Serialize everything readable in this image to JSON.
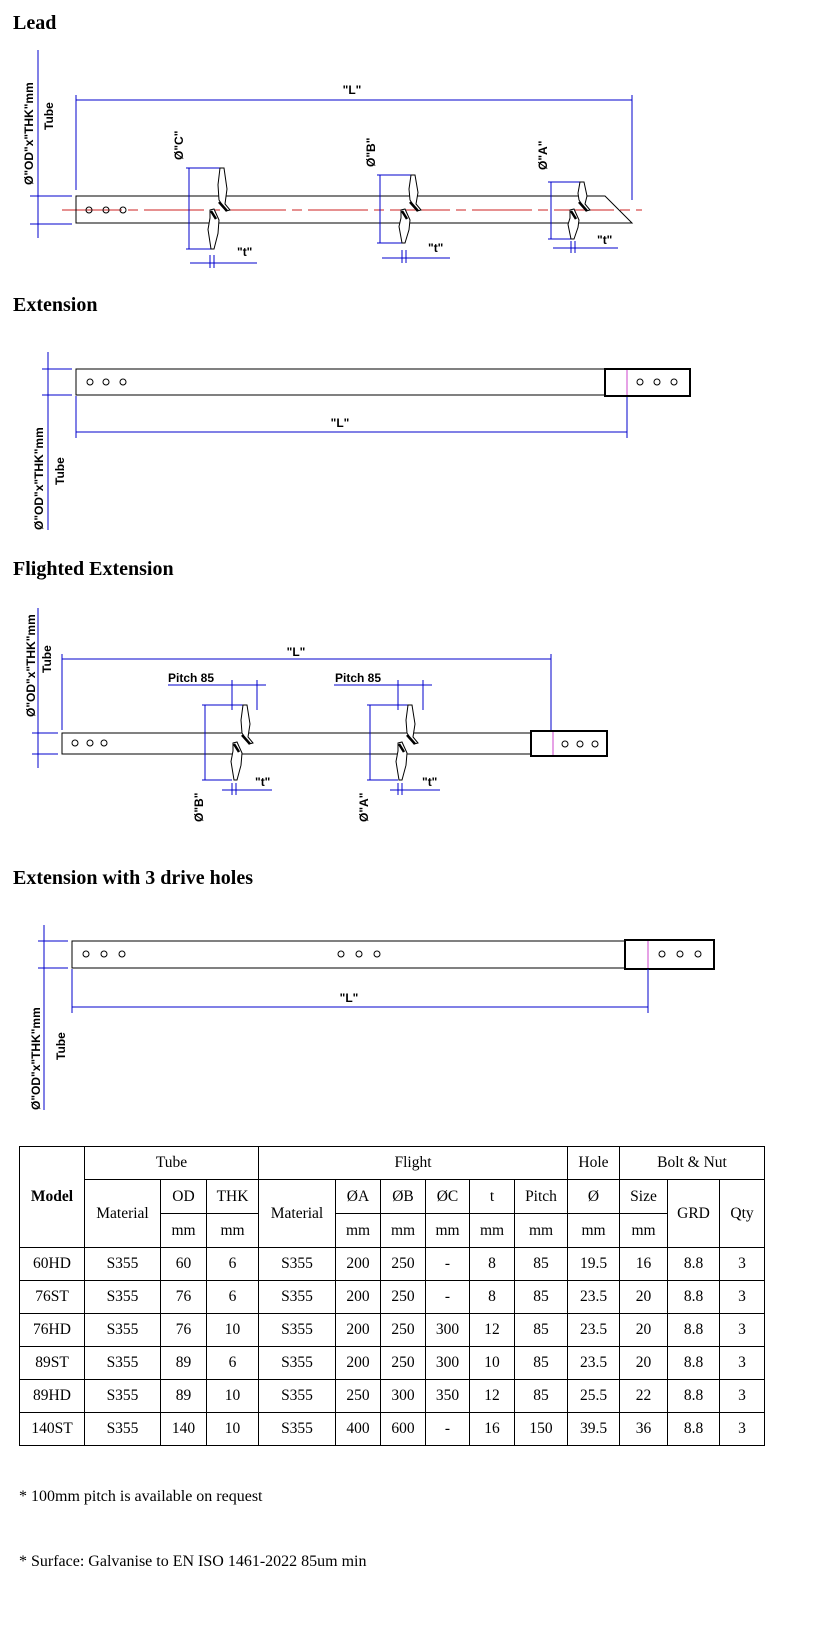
{
  "sections": {
    "lead": {
      "title": "Lead",
      "L": "\"L\"",
      "tube_dim": "Ø\"OD\"x\"THK\"mm",
      "tube": "Tube",
      "dC": "Ø\"C\"",
      "dB": "Ø\"B\"",
      "dA": "Ø\"A\"",
      "t": "\"t\""
    },
    "extension": {
      "title": "Extension",
      "L": "\"L\"",
      "tube_dim": "Ø\"OD\"x\"THK\"mm",
      "tube": "Tube"
    },
    "flighted": {
      "title": "Flighted Extension",
      "L": "\"L\"",
      "tube_dim": "Ø\"OD\"x\"THK\"mm",
      "tube": "Tube",
      "pitch": "Pitch 85",
      "dB": "Ø\"B\"",
      "dA": "Ø\"A\"",
      "t": "\"t\""
    },
    "drive": {
      "title": "Extension with 3 drive holes",
      "L": "\"L\"",
      "tube_dim": "Ø\"OD\"x\"THK\"mm",
      "tube": "Tube"
    }
  },
  "table": {
    "model": "Model",
    "groups": {
      "tube": "Tube",
      "flight": "Flight",
      "hole": "Hole",
      "bolt": "Bolt & Nut"
    },
    "sub": {
      "material": "Material",
      "od": "OD",
      "thk": "THK",
      "fmaterial": "Material",
      "a": "ØA",
      "b": "ØB",
      "c": "ØC",
      "t": "t",
      "pitch": "Pitch",
      "hole": "Ø",
      "size": "Size",
      "grd": "GRD",
      "qty": "Qty"
    },
    "unit": "mm",
    "rows": [
      [
        "60HD",
        "S355",
        "60",
        "6",
        "S355",
        "200",
        "250",
        "-",
        "8",
        "85",
        "19.5",
        "16",
        "8.8",
        "3"
      ],
      [
        "76ST",
        "S355",
        "76",
        "6",
        "S355",
        "200",
        "250",
        "-",
        "8",
        "85",
        "23.5",
        "20",
        "8.8",
        "3"
      ],
      [
        "76HD",
        "S355",
        "76",
        "10",
        "S355",
        "200",
        "250",
        "300",
        "12",
        "85",
        "23.5",
        "20",
        "8.8",
        "3"
      ],
      [
        "89ST",
        "S355",
        "89",
        "6",
        "S355",
        "200",
        "250",
        "300",
        "10",
        "85",
        "23.5",
        "20",
        "8.8",
        "3"
      ],
      [
        "89HD",
        "S355",
        "89",
        "10",
        "S355",
        "250",
        "300",
        "350",
        "12",
        "85",
        "25.5",
        "22",
        "8.8",
        "3"
      ],
      [
        "140ST",
        "S355",
        "140",
        "10",
        "S355",
        "400",
        "600",
        "-",
        "16",
        "150",
        "39.5",
        "36",
        "8.8",
        "3"
      ]
    ]
  },
  "notes": [
    "* 100mm pitch is available on request",
    "* Surface: Galvanise to EN ISO 1461-2022 85um min"
  ],
  "colors": {
    "dimension": "#0000cc",
    "centerline": "#cc2222",
    "coupler": "#cc44cc"
  }
}
